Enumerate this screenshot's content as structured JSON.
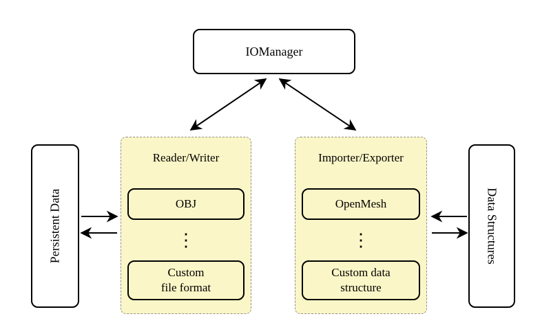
{
  "diagram": {
    "top_node": {
      "label": "IOManager"
    },
    "left_rail": {
      "label": "Persistent Data"
    },
    "right_rail": {
      "label": "Data Structures"
    },
    "reader_writer": {
      "title": "Reader/Writer",
      "item_top": "OBJ",
      "dots": "⋮",
      "item_bottom": "Custom\nfile format"
    },
    "importer_exporter": {
      "title": "Importer/Exporter",
      "item_top": "OpenMesh",
      "dots": "⋮",
      "item_bottom": "Custom data\nstructure"
    },
    "colors": {
      "group_fill": "#fbf6c7",
      "group_border": "#8f8f8f",
      "node_fill": "#ffffff",
      "line": "#000000"
    }
  }
}
